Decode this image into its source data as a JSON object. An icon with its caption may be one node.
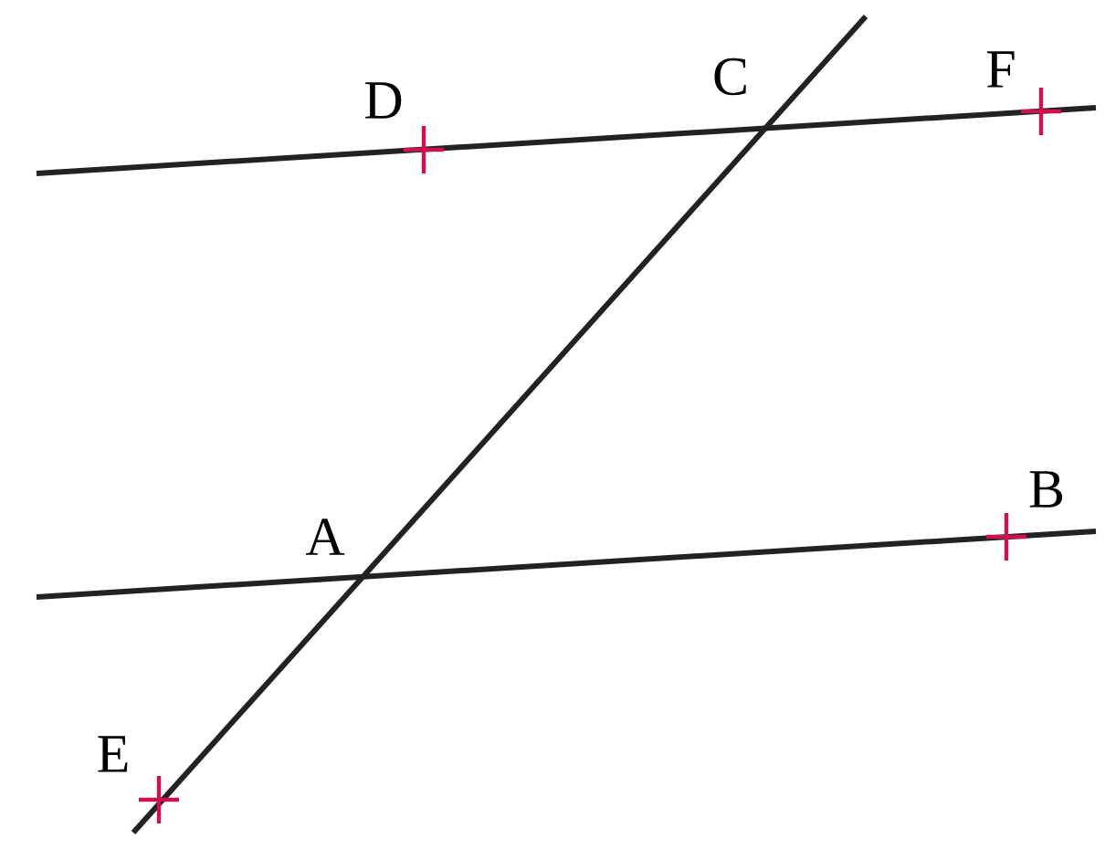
{
  "diagram": {
    "labels": [
      "D",
      "C",
      "F",
      "A",
      "B",
      "E"
    ]
  }
}
